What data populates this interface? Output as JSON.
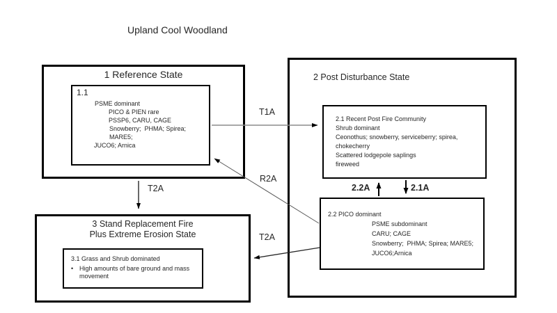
{
  "title": "Upland Cool Woodland",
  "states": {
    "reference": {
      "title": "1 Reference State",
      "community": {
        "id": "1.1",
        "lines": [
          "PSME dominant",
          "PICO & PIEN rare",
          "PSSP6, CARU, CAGE",
          "Snowberry;  PHMA; Spirea; MARE5;",
          "JUCO6; Arnica"
        ]
      }
    },
    "post_disturbance": {
      "title": "2 Post Disturbance State",
      "recent_post_fire": {
        "lines": [
          "2.1 Recent Post Fire Community",
          "Shrub dominant",
          "Ceonothus; snowberry, serviceberry; spirea,",
          "chokecherry",
          "Scattered lodgepole saplings",
          "fireweed"
        ]
      },
      "pico_dominant": {
        "lines": [
          "2.2 PICO dominant",
          "PSME subdominant",
          "CARU; CAGE",
          "Snowberry;  PHMA; Spirea; MARE5;",
          "JUCO6;Arnica"
        ]
      }
    },
    "stand_replacement": {
      "title_lines": [
        "3 Stand Replacement Fire",
        "Plus Extreme Erosion State"
      ],
      "community": {
        "heading": "3.1 Grass and Shrub dominated",
        "bullet_glyph": "•",
        "bullets": [
          "High amounts of bare ground and mass movement"
        ]
      }
    }
  },
  "transitions": {
    "t1a": {
      "label": "T1A"
    },
    "t2a_upper": {
      "label": "T2A"
    },
    "r2a": {
      "label": "R2A"
    },
    "a22": {
      "label": "2.2A"
    },
    "a21": {
      "label": "2.1A"
    },
    "t2a_lower": {
      "label": "T2A"
    }
  },
  "colors": {
    "border": "#000000",
    "ink": "#262626",
    "t1a_line": "#8c8c8c",
    "r2a_line": "#595959"
  }
}
